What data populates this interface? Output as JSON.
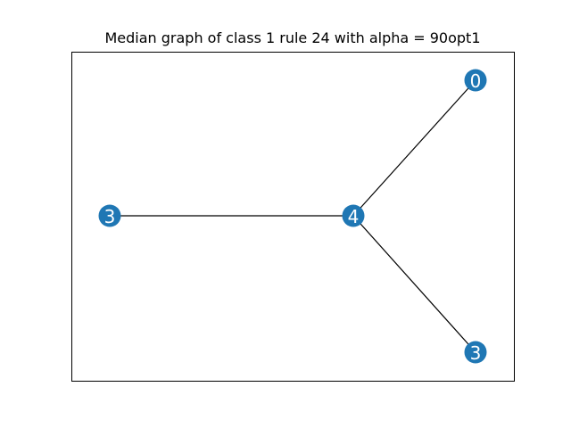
{
  "title": "Median graph of class 1 rule 24 with alpha = 90opt1",
  "colors": {
    "node_fill": "#1f77b4",
    "node_label": "#ffffff",
    "edge": "#000000",
    "frame": "#000000",
    "background": "#ffffff"
  },
  "graph": {
    "nodes": [
      {
        "id": "n0",
        "label": "0"
      },
      {
        "id": "n1",
        "label": "3"
      },
      {
        "id": "n2",
        "label": "4"
      },
      {
        "id": "n3",
        "label": "3"
      }
    ],
    "edges": [
      {
        "source": "n2",
        "target": "n0"
      },
      {
        "source": "n1",
        "target": "n2"
      },
      {
        "source": "n2",
        "target": "n3"
      }
    ]
  }
}
